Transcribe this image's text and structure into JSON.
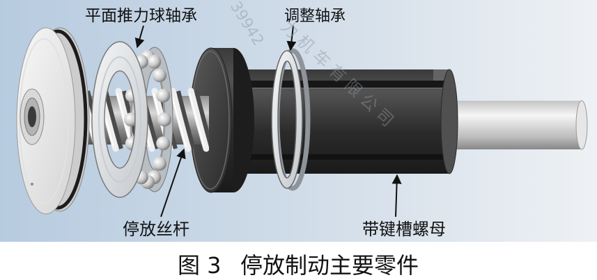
{
  "figure": {
    "labels": {
      "thrust_ball_bearing": "平面推力球轴承",
      "adjusting_bearing": "调整轴承",
      "parking_screw": "停放丝杆",
      "keyed_nut": "带键槽螺母"
    },
    "caption": {
      "number": "图 3",
      "title": "停放制动主要零件"
    },
    "watermark": {
      "code": "39942",
      "company": "力机车有限公司"
    }
  },
  "colors": {
    "label_text": "#111111",
    "caption_text": "#111111"
  }
}
